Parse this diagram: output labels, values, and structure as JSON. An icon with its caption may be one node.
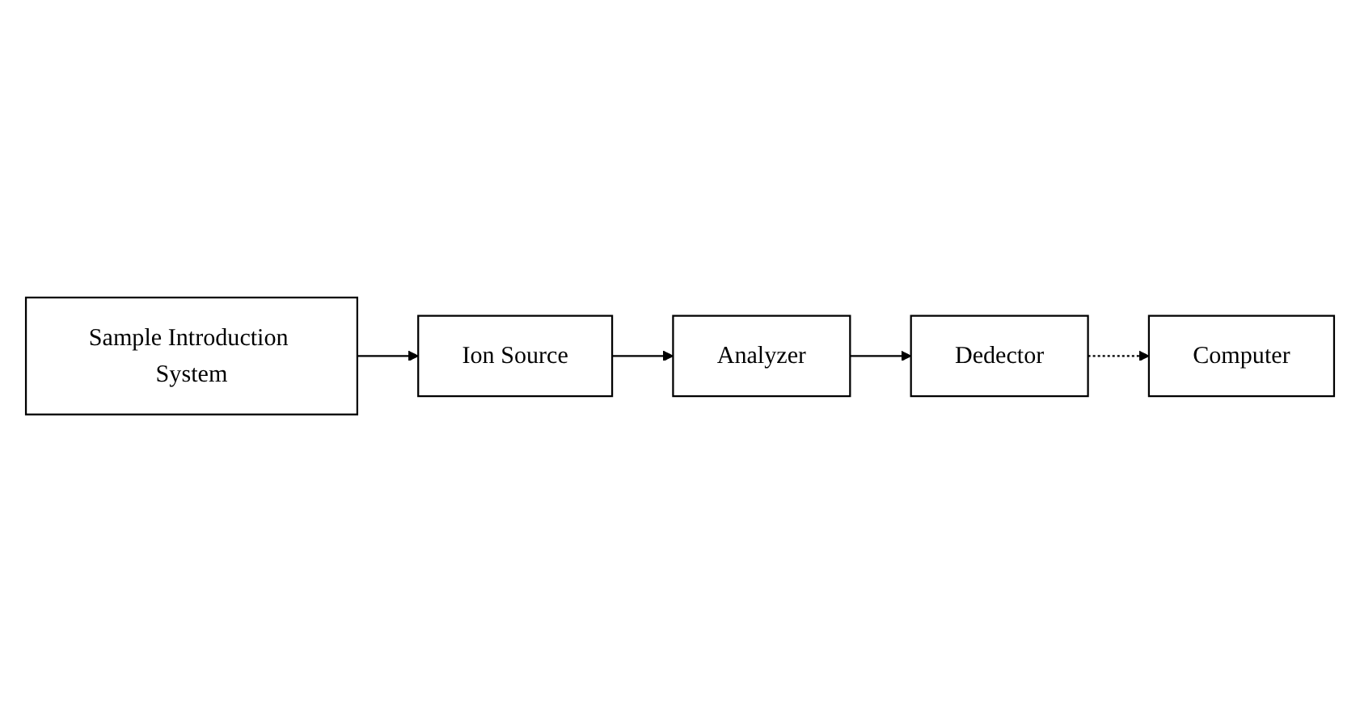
{
  "diagram": {
    "nodes": [
      {
        "text": [
          "Sample Introduction System"
        ]
      },
      {
        "text": [
          "Ion Source"
        ]
      },
      {
        "text": [
          "Analyzer"
        ]
      },
      {
        "text": [
          "Dedector"
        ]
      },
      {
        "text": [
          "Computer"
        ]
      }
    ],
    "edges": [
      {
        "from": 0,
        "to": 1,
        "arrow": "to"
      },
      {
        "from": 1,
        "to": 2,
        "arrow": "to"
      },
      {
        "from": 2,
        "to": 3,
        "arrow": "to"
      },
      {
        "from": 3,
        "to": 4,
        "arrow": "to",
        "style": "dashed"
      }
    ]
  }
}
